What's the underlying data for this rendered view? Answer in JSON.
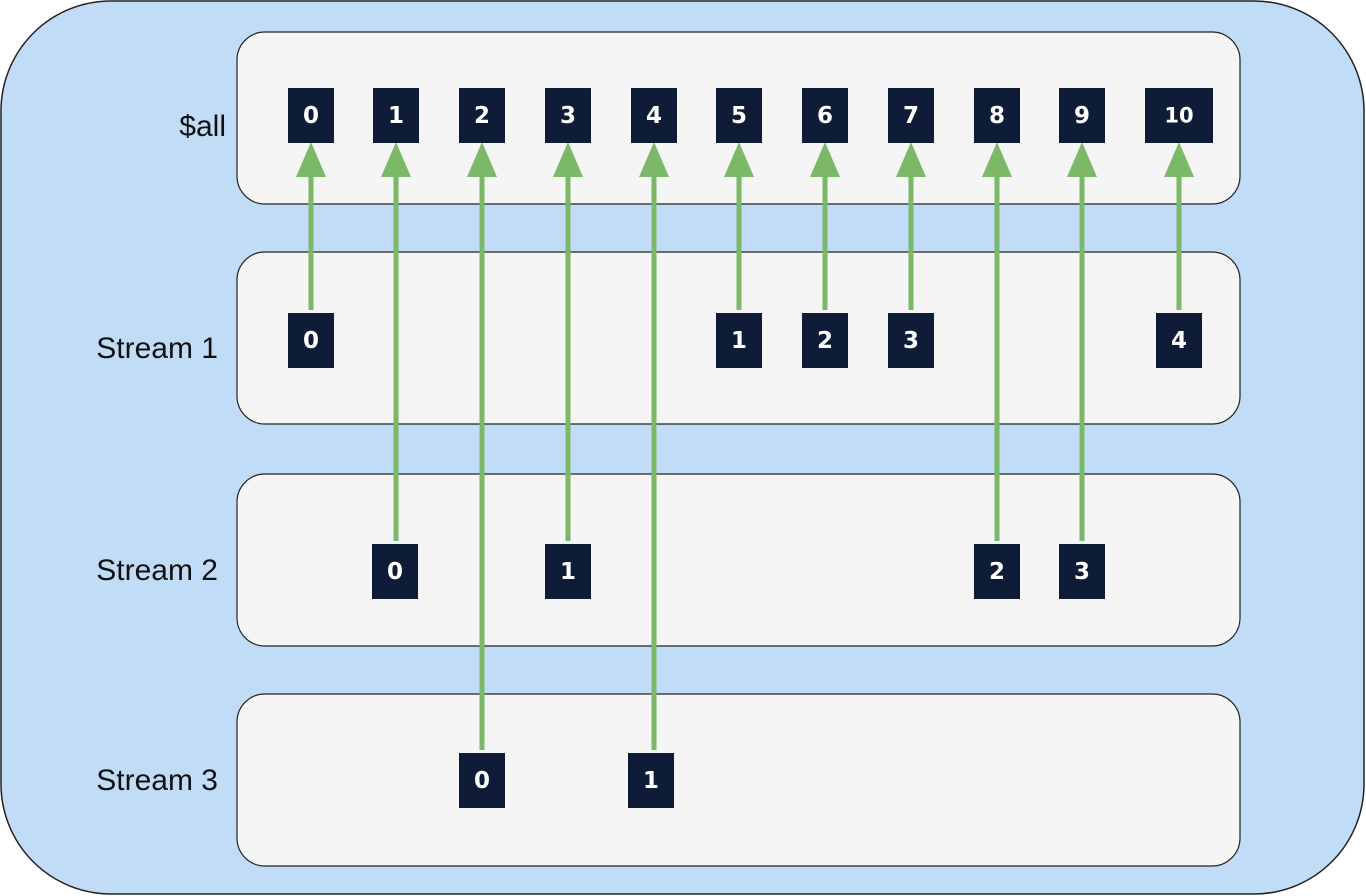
{
  "colors": {
    "outer_fill": "#c1dcf7",
    "panel_fill": "#f5f5f5",
    "outline": "#222222",
    "box_fill": "#0e1c38",
    "box_text": "#ffffff",
    "arrow": "#7bb868"
  },
  "rows": [
    {
      "id": "all",
      "label": "$all"
    },
    {
      "id": "s1",
      "label": "Stream 1"
    },
    {
      "id": "s2",
      "label": "Stream 2"
    },
    {
      "id": "s3",
      "label": "Stream 3"
    }
  ],
  "all_events": [
    {
      "label": "0",
      "source": "s1"
    },
    {
      "label": "1",
      "source": "s2"
    },
    {
      "label": "2",
      "source": "s3"
    },
    {
      "label": "3",
      "source": "s2"
    },
    {
      "label": "4",
      "source": "s3"
    },
    {
      "label": "5",
      "source": "s1"
    },
    {
      "label": "6",
      "source": "s1"
    },
    {
      "label": "7",
      "source": "s1"
    },
    {
      "label": "8",
      "source": "s2"
    },
    {
      "label": "9",
      "source": "s2"
    },
    {
      "label": "10",
      "source": "s1"
    }
  ],
  "stream_events": {
    "s1": [
      "0",
      "1",
      "2",
      "3",
      "4"
    ],
    "s2": [
      "0",
      "1",
      "2",
      "3"
    ],
    "s3": [
      "0",
      "1"
    ]
  }
}
